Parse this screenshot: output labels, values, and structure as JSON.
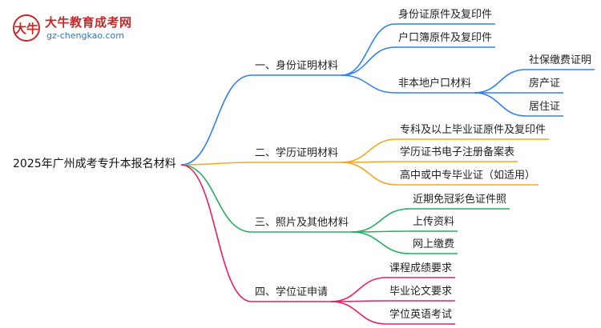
{
  "logo": {
    "mark": "大牛",
    "title": "大牛教育成考网",
    "url": "gz-chengkao.com"
  },
  "mindmap": {
    "root": "2025年广州成考专升本报名材料",
    "branches": [
      {
        "label": "一、身份证明材料",
        "color": "#2f80ed",
        "children": [
          {
            "label": "身份证原件及复印件"
          },
          {
            "label": "户口簿原件及复印件"
          },
          {
            "label": "非本地户口材料",
            "children": [
              {
                "label": "社保缴费证明"
              },
              {
                "label": "房产证"
              },
              {
                "label": "居住证"
              }
            ]
          }
        ]
      },
      {
        "label": "二、学历证明材料",
        "color": "#f5a623",
        "children": [
          {
            "label": "专科及以上毕业证原件及复印件"
          },
          {
            "label": "学历证书电子注册备案表"
          },
          {
            "label": "高中或中专毕业证（如适用）"
          }
        ]
      },
      {
        "label": "三、照片及其他材料",
        "color": "#27ae60",
        "children": [
          {
            "label": "近期免冠彩色证件照"
          },
          {
            "label": "上传资料"
          },
          {
            "label": "网上缴费"
          }
        ]
      },
      {
        "label": "四、学位证申请",
        "color": "#e91e63",
        "children": [
          {
            "label": "课程成绩要求"
          },
          {
            "label": "毕业论文要求"
          },
          {
            "label": "学位英语考试"
          }
        ]
      }
    ]
  }
}
